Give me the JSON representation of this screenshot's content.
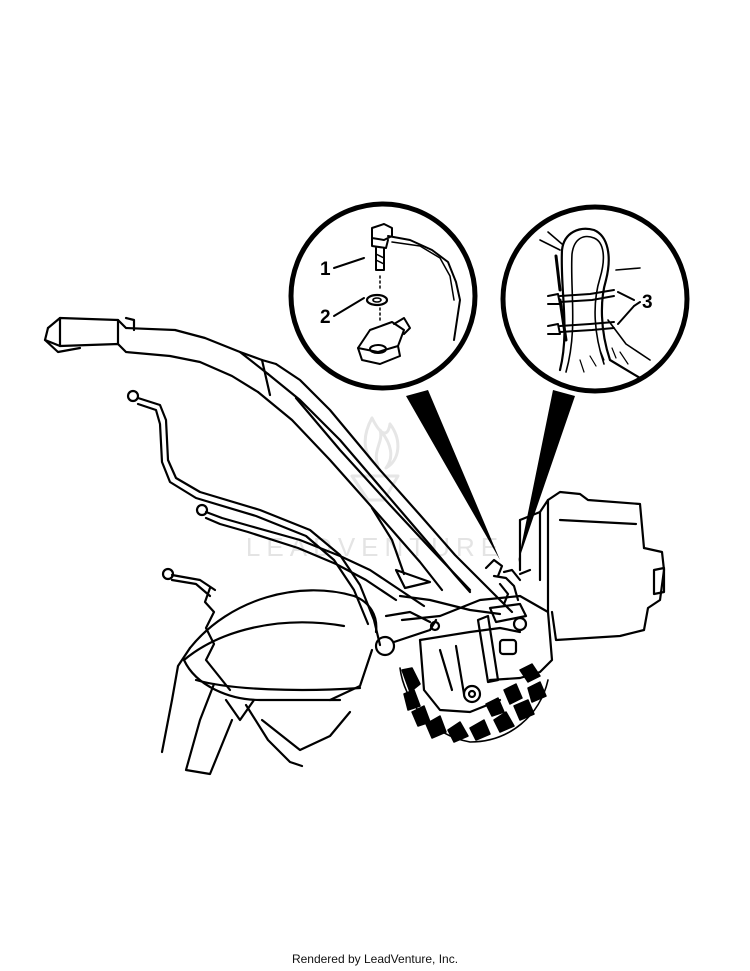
{
  "callouts": [
    {
      "number": "1",
      "part": "bolt"
    },
    {
      "number": "2",
      "part": "washer"
    },
    {
      "number": "3",
      "part": "cable ties"
    }
  ],
  "watermark": "LEADVENTURE",
  "footer": "Rendered by LeadVenture, Inc.",
  "colors": {
    "line": "#000000",
    "background": "#ffffff",
    "watermark": "#e4e4e4"
  }
}
